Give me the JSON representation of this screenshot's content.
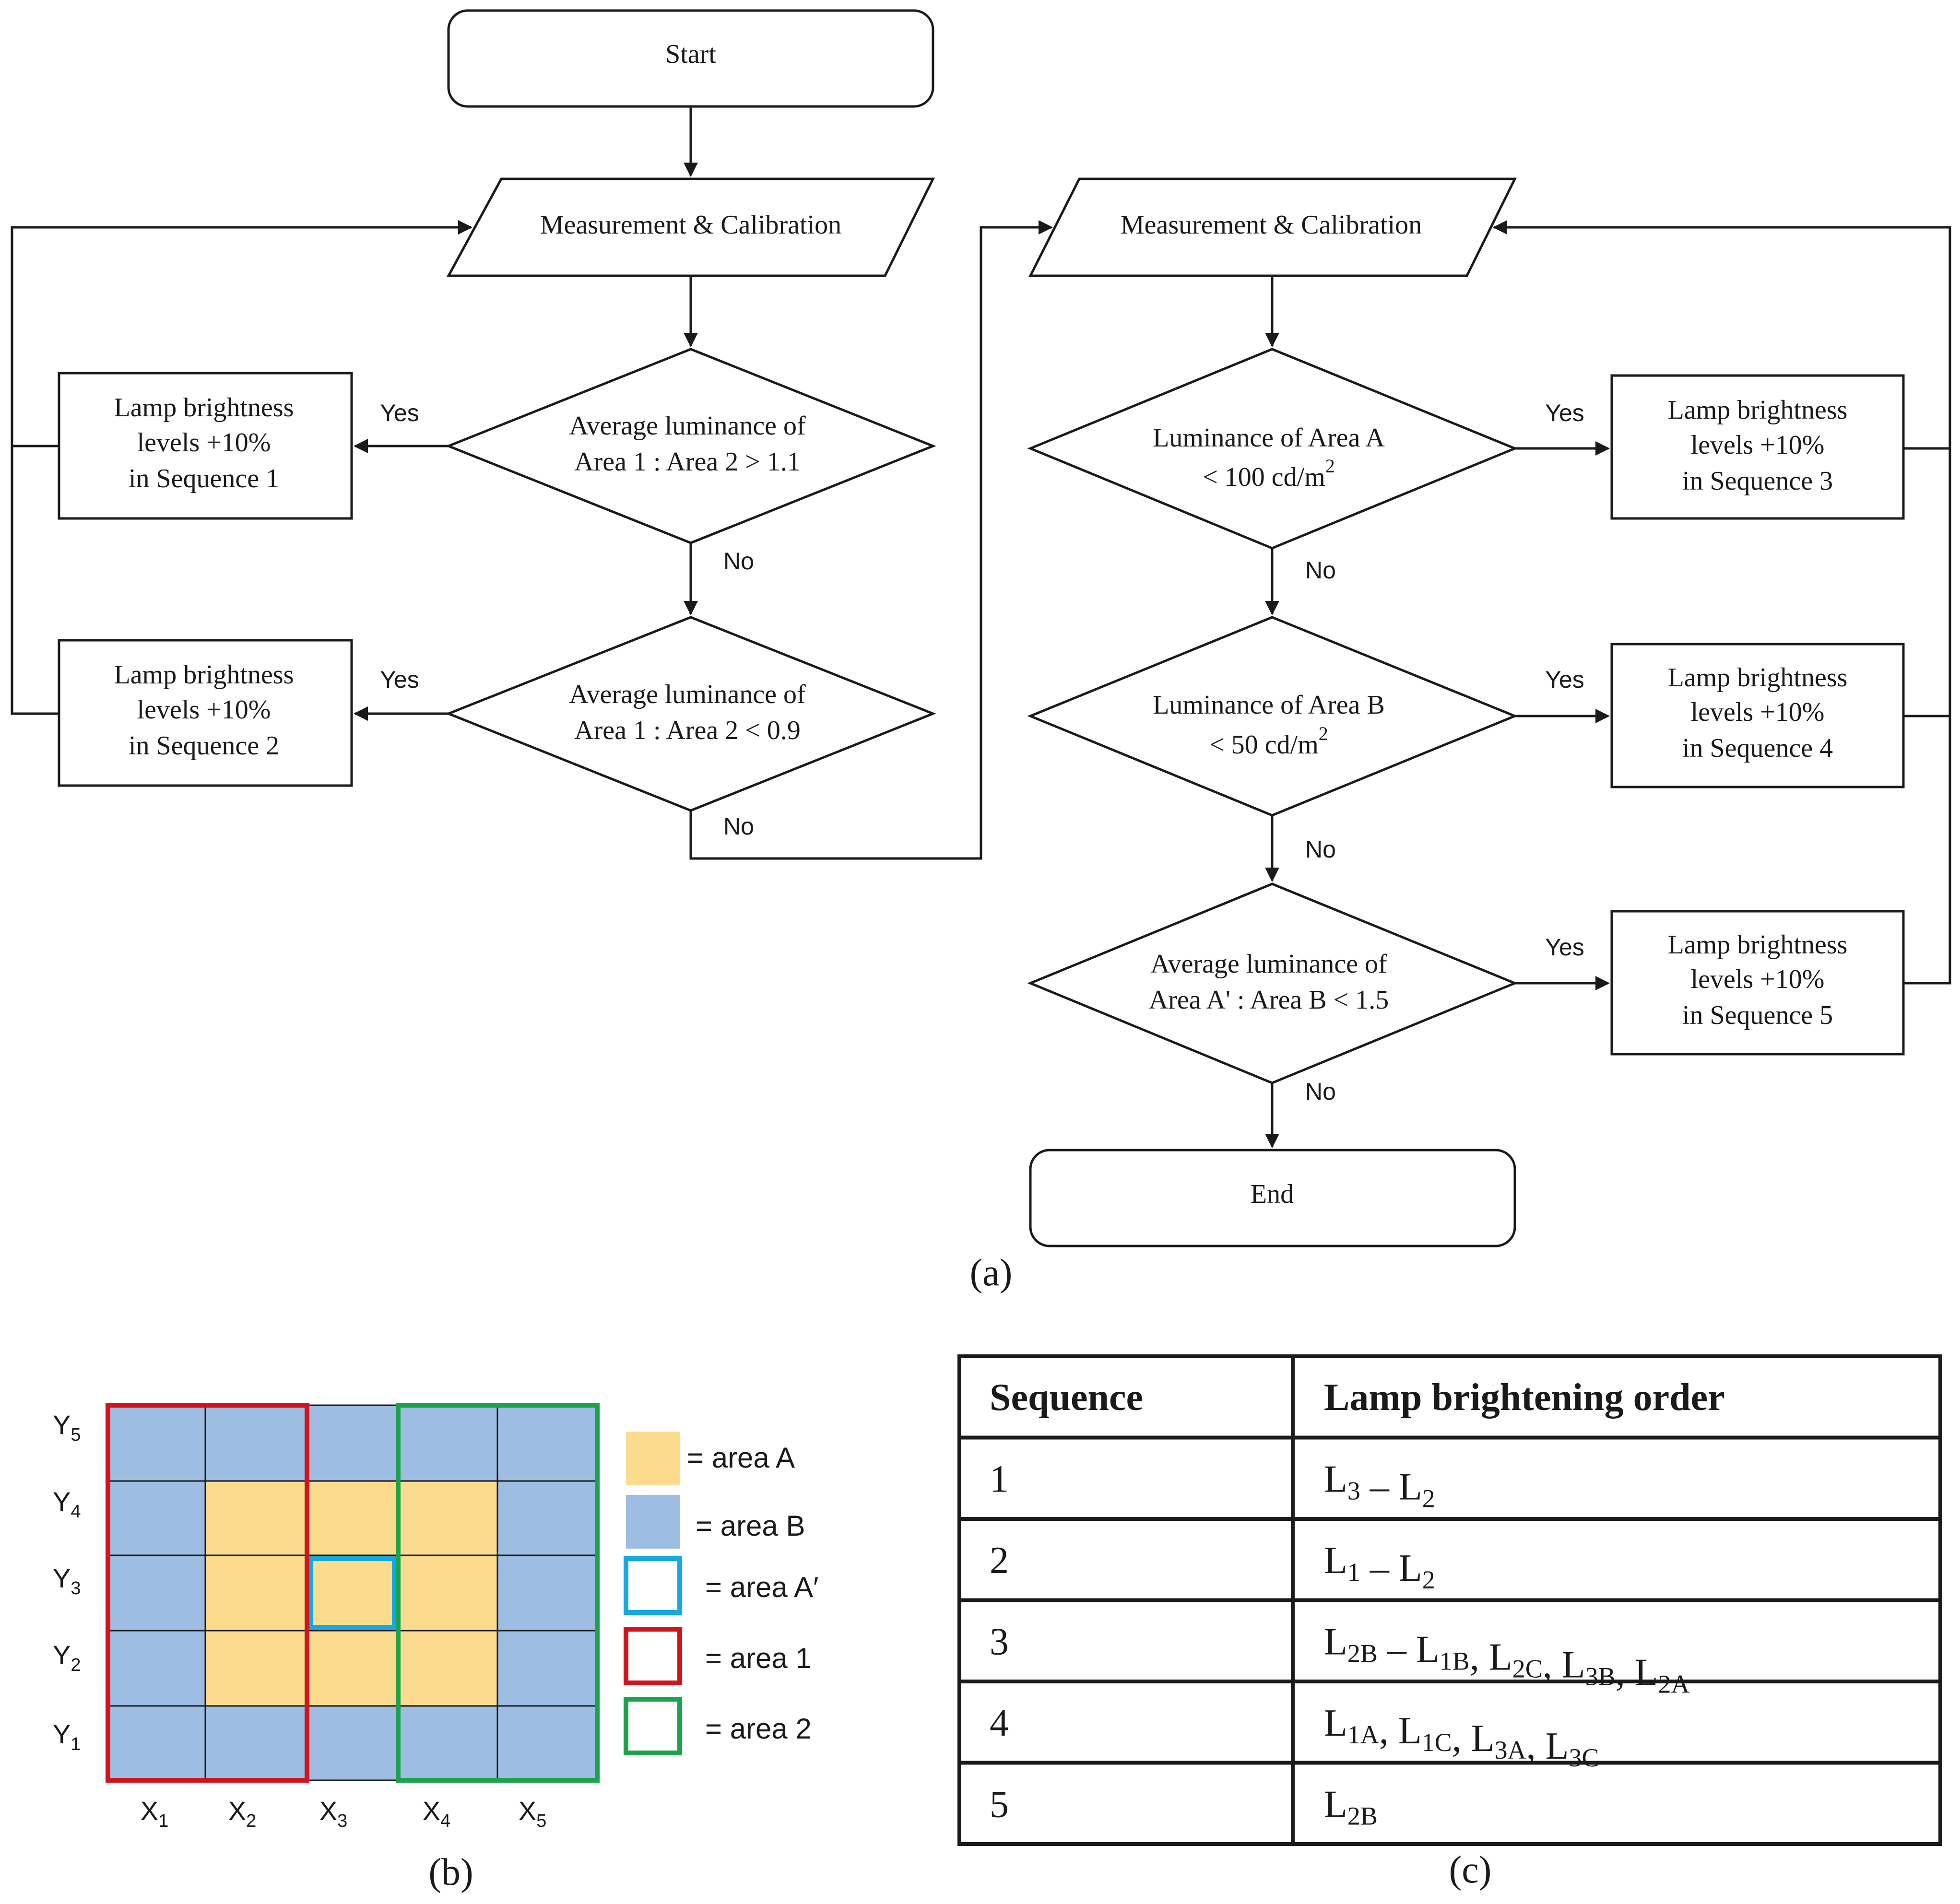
{
  "flowchart": {
    "start": "Start",
    "measure_left": "Measurement & Calibration",
    "measure_right": "Measurement & Calibration",
    "decision1": [
      "Average luminance of",
      "Area 1 : Area 2 > 1.1"
    ],
    "decision2": [
      "Average luminance of",
      "Area 1 : Area 2 < 0.9"
    ],
    "decision3": [
      "Luminance of Area A",
      "< 100 cd/m",
      "2"
    ],
    "decision4": [
      "Luminance of Area B",
      "< 50 cd/m",
      "2"
    ],
    "decision5": [
      "Average luminance of",
      "Area A' : Area B < 1.5"
    ],
    "action1": [
      "Lamp brightness",
      "levels +10%",
      "in Sequence 1"
    ],
    "action2": [
      "Lamp brightness",
      "levels +10%",
      "in Sequence 2"
    ],
    "action3": [
      "Lamp brightness",
      "levels +10%",
      "in Sequence 3"
    ],
    "action4": [
      "Lamp brightness",
      "levels +10%",
      "in Sequence 4"
    ],
    "action5": [
      "Lamp brightness",
      "levels +10%",
      "in Sequence 5"
    ],
    "end": "End",
    "yes": "Yes",
    "no": "No",
    "caption": "(a)"
  },
  "grid": {
    "x_labels": [
      "X",
      "X",
      "X",
      "X",
      "X"
    ],
    "x_subs": [
      "1",
      "2",
      "3",
      "4",
      "5"
    ],
    "y_labels": [
      "Y",
      "Y",
      "Y",
      "Y",
      "Y"
    ],
    "y_subs": [
      "5",
      "4",
      "3",
      "2",
      "1"
    ],
    "colors": {
      "area_a": "#fbdc8e",
      "area_b": "#9dbde3",
      "area_a_prime": "#16a8e0",
      "area_1": "#d0141d",
      "area_2": "#1ba24a"
    },
    "legend": [
      "= area A",
      "= area B",
      "= area A′",
      "= area 1",
      "= area 2"
    ],
    "caption": "(b)"
  },
  "table": {
    "headers": [
      "Sequence",
      "Lamp brightening order"
    ],
    "rows": [
      {
        "seq": "1",
        "order": [
          [
            "L",
            "3"
          ],
          [
            " – L",
            "2"
          ]
        ]
      },
      {
        "seq": "2",
        "order": [
          [
            "L",
            "1"
          ],
          [
            " – L",
            "2"
          ]
        ]
      },
      {
        "seq": "3",
        "order": [
          [
            "L",
            "2B"
          ],
          [
            " – L",
            "1B"
          ],
          [
            ", L",
            "2C"
          ],
          [
            ", L",
            "3B"
          ],
          [
            ", L",
            "2A"
          ]
        ]
      },
      {
        "seq": "4",
        "order": [
          [
            "L",
            "1A"
          ],
          [
            ", L",
            "1C"
          ],
          [
            ", L",
            "3A"
          ],
          [
            ", L",
            "3C"
          ]
        ]
      },
      {
        "seq": "5",
        "order": [
          [
            "L",
            "2B"
          ]
        ]
      }
    ],
    "caption": "(c)"
  }
}
